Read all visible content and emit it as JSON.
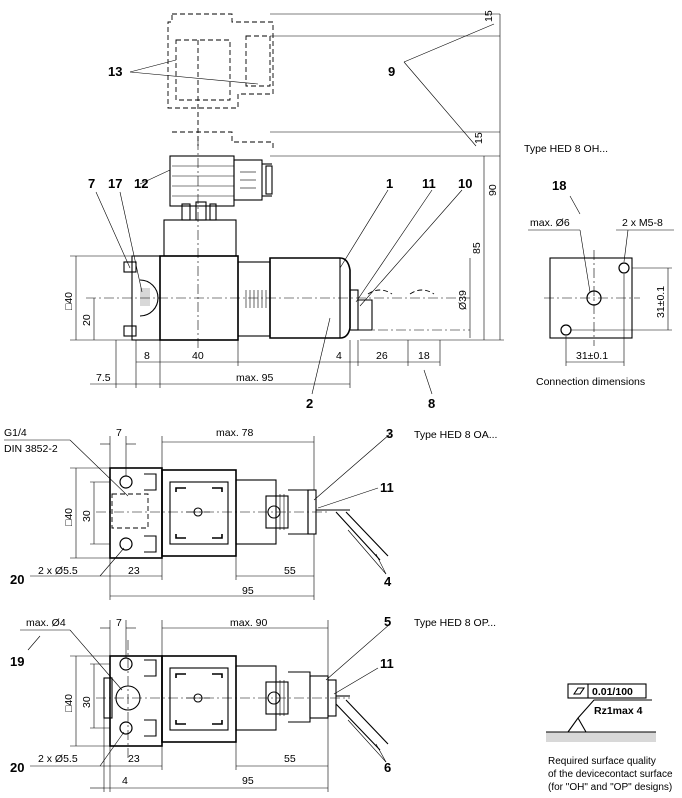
{
  "views": {
    "oh": {
      "type_label": "Type HED 8 OH...",
      "dims": [
        "15",
        "15",
        "90",
        "85",
        "Ø39",
        "□40",
        "20",
        "8",
        "40",
        "4",
        "26",
        "18",
        "7.5",
        "max. 95"
      ],
      "callouts": [
        "13",
        "9",
        "7",
        "17",
        "12",
        "1",
        "11",
        "10",
        "2",
        "8"
      ]
    },
    "conn": {
      "callout": "18",
      "max_d": "max. Ø6",
      "screws": "2 x M5-8",
      "dim_v": "31±0.1",
      "dim_h": "31±0.1",
      "caption": "Connection dimensions"
    },
    "oa": {
      "type_label": "Type HED 8 OA...",
      "thread": "G1/4",
      "din": "DIN 3852-2",
      "dims": [
        "7",
        "max. 78",
        "□40",
        "30",
        "2 x Ø5.5",
        "23",
        "55",
        "95"
      ],
      "callouts": [
        "3",
        "11",
        "20",
        "4"
      ]
    },
    "op": {
      "type_label": "Type HED 8 OP...",
      "max_d": "max. Ø4",
      "dims": [
        "7",
        "max. 90",
        "□40",
        "30",
        "2 x Ø5.5",
        "23",
        "55",
        "4",
        "95"
      ],
      "callouts": [
        "5",
        "19",
        "11",
        "20",
        "6"
      ]
    },
    "surface": {
      "flatness": "0.01/100",
      "roughness": "Rz1max 4",
      "note": [
        "Required surface quality",
        "of the devicecontact surface",
        "(for \"OH\" and \"OP\" designs)"
      ]
    }
  }
}
